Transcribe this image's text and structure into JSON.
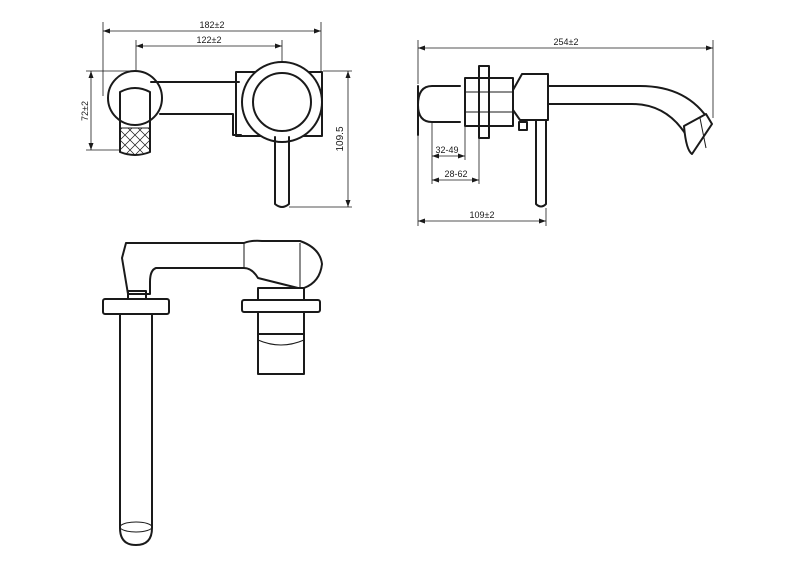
{
  "dimensions": {
    "front_width_overall": "182±2",
    "front_center_spacing": "122±2",
    "front_left_height": "72±2",
    "front_right_height": "109.5",
    "side_overall_length": "254±2",
    "side_adjust_range_1": "32-49",
    "side_adjust_range_2": "28-62",
    "side_handle_offset": "109±2"
  }
}
